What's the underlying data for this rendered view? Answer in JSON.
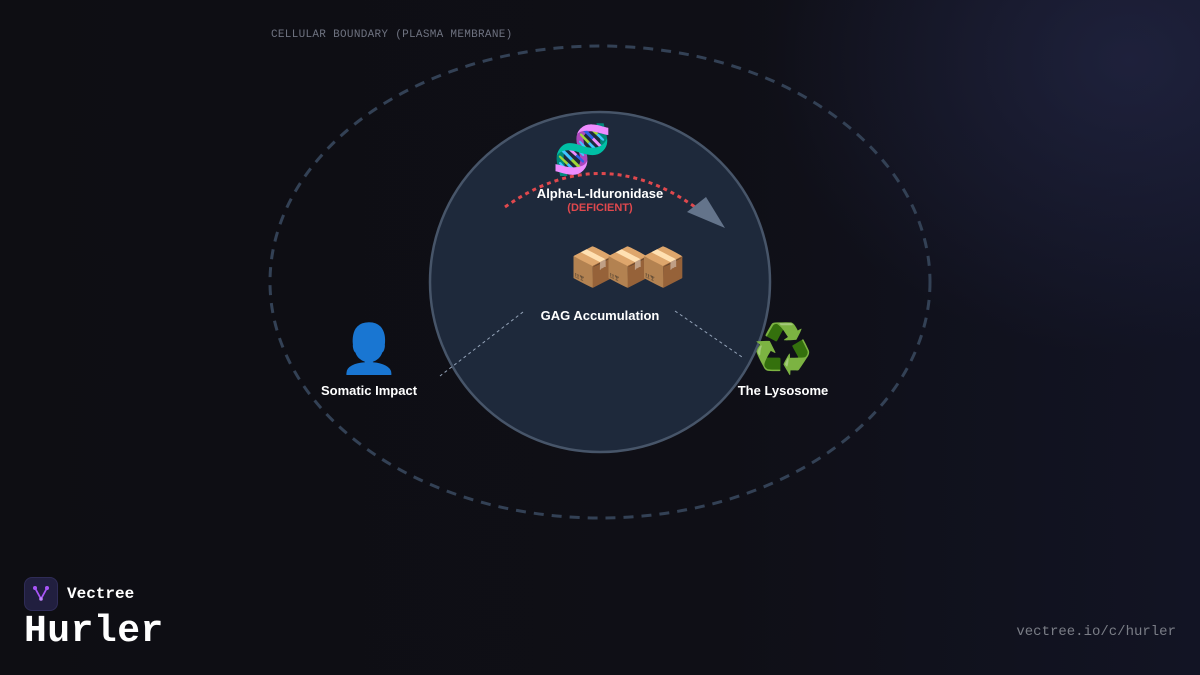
{
  "diagram": {
    "boundary_label": "CELLULAR BOUNDARY (PLASMA MEMBRANE)",
    "enzyme": {
      "label": "Alpha-L-Iduronidase",
      "status": "(DEFICIENT)",
      "icon": "dna-icon",
      "glyph": "🧬"
    },
    "gag": {
      "label": "GAG Accumulation",
      "icon": "package-boxes-icon",
      "glyph": "📦📦📦"
    },
    "somatic": {
      "label": "Somatic Impact",
      "icon": "person-silhouette-icon",
      "glyph": "👤"
    },
    "lysosome": {
      "label": "The Lysosome",
      "icon": "recycle-icon",
      "glyph": "♻️"
    },
    "colors": {
      "background": "#0e0e13",
      "cell_fill": "#1e293b",
      "cell_stroke": "#475569",
      "boundary_stroke": "#334155",
      "deficient_arc": "#e0484d",
      "arrow": "#64748b"
    }
  },
  "brand": {
    "name": "Vectree",
    "logo_icon": "vectree-logo-icon",
    "title": "Hurler",
    "url": "vectree.io/c/hurler"
  }
}
